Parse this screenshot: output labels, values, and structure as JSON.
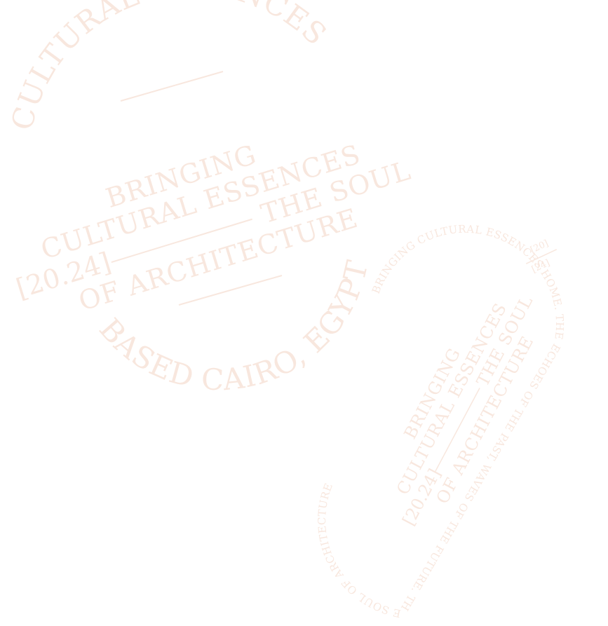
{
  "colors": {
    "ink": "#f8e7de",
    "background": "#ffffff"
  },
  "badge_one": {
    "arc_top": "CULTURAL ESSENCES",
    "tagline": {
      "line1": "BRINGING",
      "line2": "CULTURAL ESSENCES",
      "year": "[20.24]",
      "line3_right": "THE SOUL",
      "line4": "OF ARCHITECTURE"
    },
    "arc_bottom": "BASED CAIRO, EGYPT"
  },
  "badge_two": {
    "ring_text": "BRINGING CULTURAL ESSENCES HOME. THE ECHOES OF THE PAST, WAVES OF THE FUTURE. THE SOUL OF ARCHITECTURE",
    "year_top": "[20]",
    "year_bottom": "[24]",
    "tagline": {
      "line1": "BRINGING",
      "line2": "CULTURAL ESSENCES",
      "year": "[20.24]",
      "line3_right": "THE SOUL",
      "line4": "OF ARCHITECTURE"
    }
  }
}
